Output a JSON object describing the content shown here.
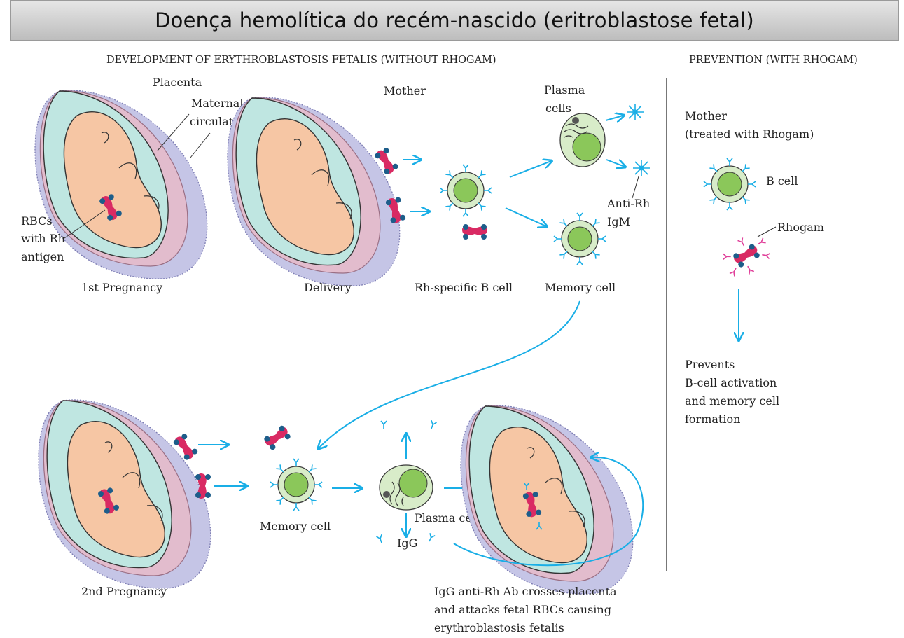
{
  "title": "Doença hemolítica do recém-nascido (eritroblastose fetal)",
  "headers": {
    "development": "DEVELOPMENT OF ERYTHROBLASTOSIS FETALIS (WITHOUT RHOGAM)",
    "prevention": "PREVENTION (WITH RHOGAM)"
  },
  "labels": {
    "placenta": "Placenta",
    "maternal_1": "Maternal",
    "maternal_2": "circulation",
    "rbc_1": "RBCs",
    "rbc_2": "with Rh",
    "rbc_3": "antigen",
    "first_pregnancy": "1st Pregnancy",
    "mother": "Mother",
    "delivery": "Delivery",
    "plasma_1": "Plasma",
    "plasma_2": "cells",
    "anti_rh_1": "Anti-Rh",
    "anti_rh_2": "IgM",
    "rh_b_cell": "Rh-specific B cell",
    "memory_cell_top": "Memory cell",
    "second_pregnancy": "2nd Pregnancy",
    "memory_cell_bottom": "Memory cell",
    "plasma_cells": "Plasma cells",
    "igg": "IgG",
    "caption_1": "IgG anti-Rh Ab crosses placenta",
    "caption_2": "and attacks fetal RBCs causing",
    "caption_3": "erythroblastosis fetalis",
    "prev_mother_1": "Mother",
    "prev_mother_2": "(treated with Rhogam)",
    "b_cell": "B cell",
    "rhogam": "Rhogam",
    "prevents_1": "Prevents",
    "prevents_2": "B-cell activation",
    "prevents_3": "and memory cell",
    "prevents_4": "formation"
  },
  "colors": {
    "arrow": "#19aee6",
    "rbc": "#d92a63",
    "rh_antigen": "#1d5d8a",
    "fetus": "#f6c6a4",
    "amniotic": "#bfe6e1",
    "placenta": "#e2bccd",
    "maternal": "#c5c5e6",
    "cell_fill": "#d8ecc9",
    "nucleus": "#8bc75a",
    "rhogam": "#e0409a"
  }
}
